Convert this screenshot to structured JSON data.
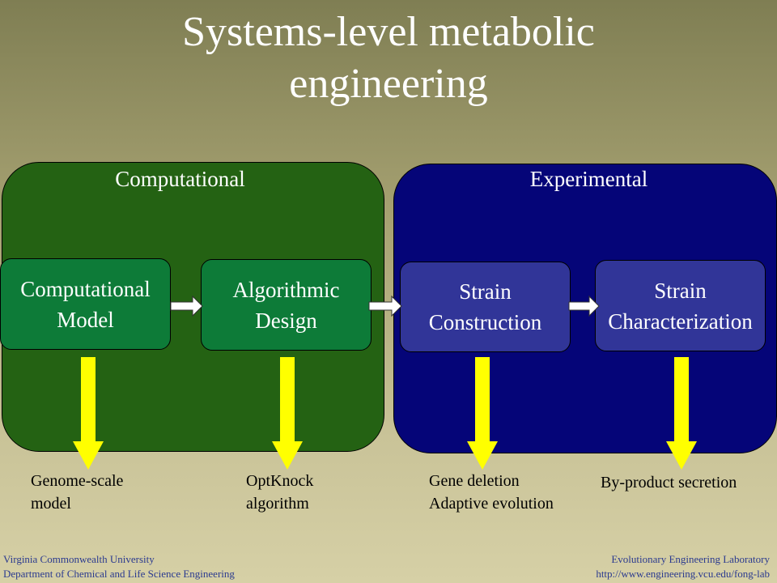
{
  "title": {
    "line1": "Systems-level metabolic",
    "line2": "engineering"
  },
  "panels": {
    "computational": {
      "label": "Computational",
      "color": "#246213"
    },
    "experimental": {
      "label": "Experimental",
      "color": "#050578"
    }
  },
  "steps": [
    {
      "line1": "Computational",
      "line2": "Model",
      "output": [
        "Genome-scale",
        "model"
      ]
    },
    {
      "line1": "Algorithmic",
      "line2": "Design",
      "output": [
        "OptKnock",
        "algorithm"
      ]
    },
    {
      "line1": "Strain",
      "line2": "Construction",
      "output": [
        "Gene deletion",
        "Adaptive evolution"
      ]
    },
    {
      "line1": "Strain",
      "line2": "Characterization",
      "output": [
        "By-product secretion"
      ]
    }
  ],
  "colors": {
    "flow_arrow": "#ffffff",
    "output_arrow": "#ffff00"
  },
  "footer": {
    "left": [
      "Virginia Commonwealth University",
      "Department of Chemical and Life Science Engineering"
    ],
    "right": [
      "Evolutionary Engineering Laboratory",
      "http://www.engineering.vcu.edu/fong-lab"
    ]
  }
}
